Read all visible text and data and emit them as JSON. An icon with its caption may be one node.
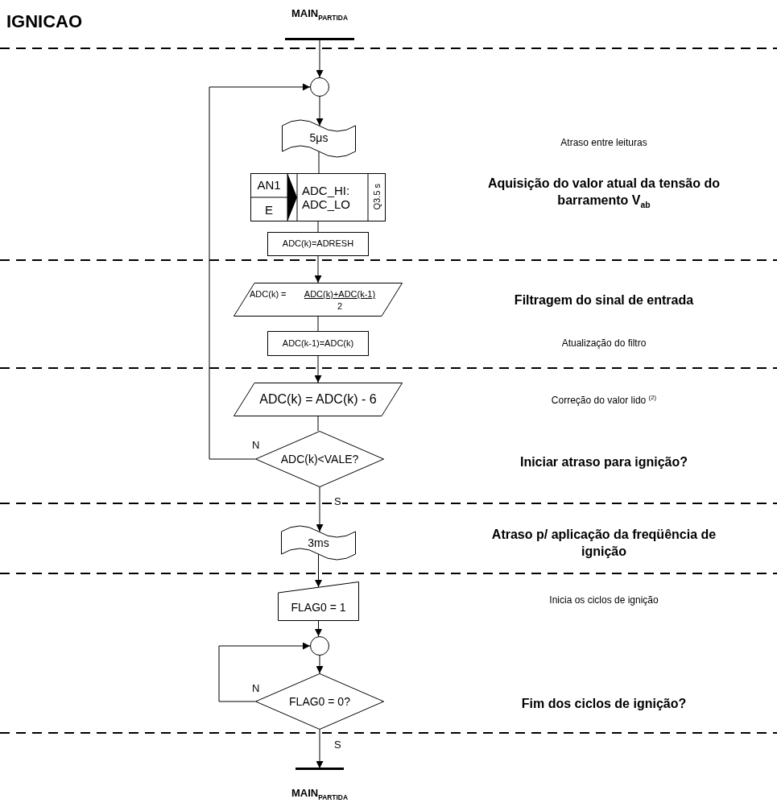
{
  "diagram": {
    "title": "IGNICAO",
    "nodes": [
      {
        "text": [
          "MAIN$_{PARTIDA}$"
        ]
      },
      {
        "text": [],
        "shape": "circle"
      },
      {
        "text": [
          "5μs"
        ]
      },
      {
        "text": [
          "AN1",
          "E",
          "ADC_HI: ADC_LO",
          "Q3.5 s"
        ]
      },
      {
        "text": [
          "ADC(k)=ADRESH"
        ]
      },
      {
        "text": [
          "ADC(k) =",
          "ADC(k)+ADC(k-1)",
          "2"
        ]
      },
      {
        "text": [
          "ADC(k-1)=ADC(k)"
        ]
      },
      {
        "text": [
          "ADC(k) = ADC(k) - 6"
        ]
      },
      {
        "text": [
          "ADC(k)<VALE?"
        ]
      },
      {
        "text": [
          "3ms"
        ]
      },
      {
        "text": [
          "FLAG0 = 1"
        ]
      },
      {
        "text": [],
        "shape": "circle"
      },
      {
        "text": [
          "FLAG0 = 0?"
        ]
      },
      {
        "text": [
          "MAIN$_{PARTIDA}$"
        ]
      }
    ],
    "edges": [
      {
        "from": 0,
        "to": 1,
        "arrow": "to"
      },
      {
        "from": 1,
        "to": 2,
        "arrow": "to"
      },
      {
        "from": 2,
        "to": 3,
        "arrow": "none"
      },
      {
        "from": 3,
        "to": 4,
        "arrow": "none"
      },
      {
        "from": 4,
        "to": 5,
        "arrow": "to"
      },
      {
        "from": 5,
        "to": 6,
        "arrow": "none"
      },
      {
        "from": 6,
        "to": 7,
        "arrow": "to"
      },
      {
        "from": 7,
        "to": 8,
        "arrow": "none"
      },
      {
        "from": 8,
        "to": 1,
        "label": "N",
        "arrow": "to"
      },
      {
        "from": 8,
        "to": 9,
        "label": "S",
        "arrow": "to"
      },
      {
        "from": 9,
        "to": 10,
        "arrow": "to"
      },
      {
        "from": 10,
        "to": 11,
        "arrow": "to"
      },
      {
        "from": 11,
        "to": 12,
        "arrow": "to"
      },
      {
        "from": 12,
        "to": 11,
        "label": "N",
        "arrow": "to"
      },
      {
        "from": 12,
        "to": 13,
        "label": "S",
        "arrow": "to"
      }
    ],
    "labels": [
      "Atraso entre leituras",
      "Aquisição do valor atual da tensão do barramento V$_{ab}$",
      "Filtragem do sinal de entrada",
      "Atualização do filtro",
      "Correção do valor lido $^{(2)}$",
      "Iniciar atraso para ignição?",
      "Atraso p/ aplicação da freqüência de ignição",
      "Inicia os ciclos de ignição",
      "Fim dos ciclos de ignição?"
    ]
  }
}
